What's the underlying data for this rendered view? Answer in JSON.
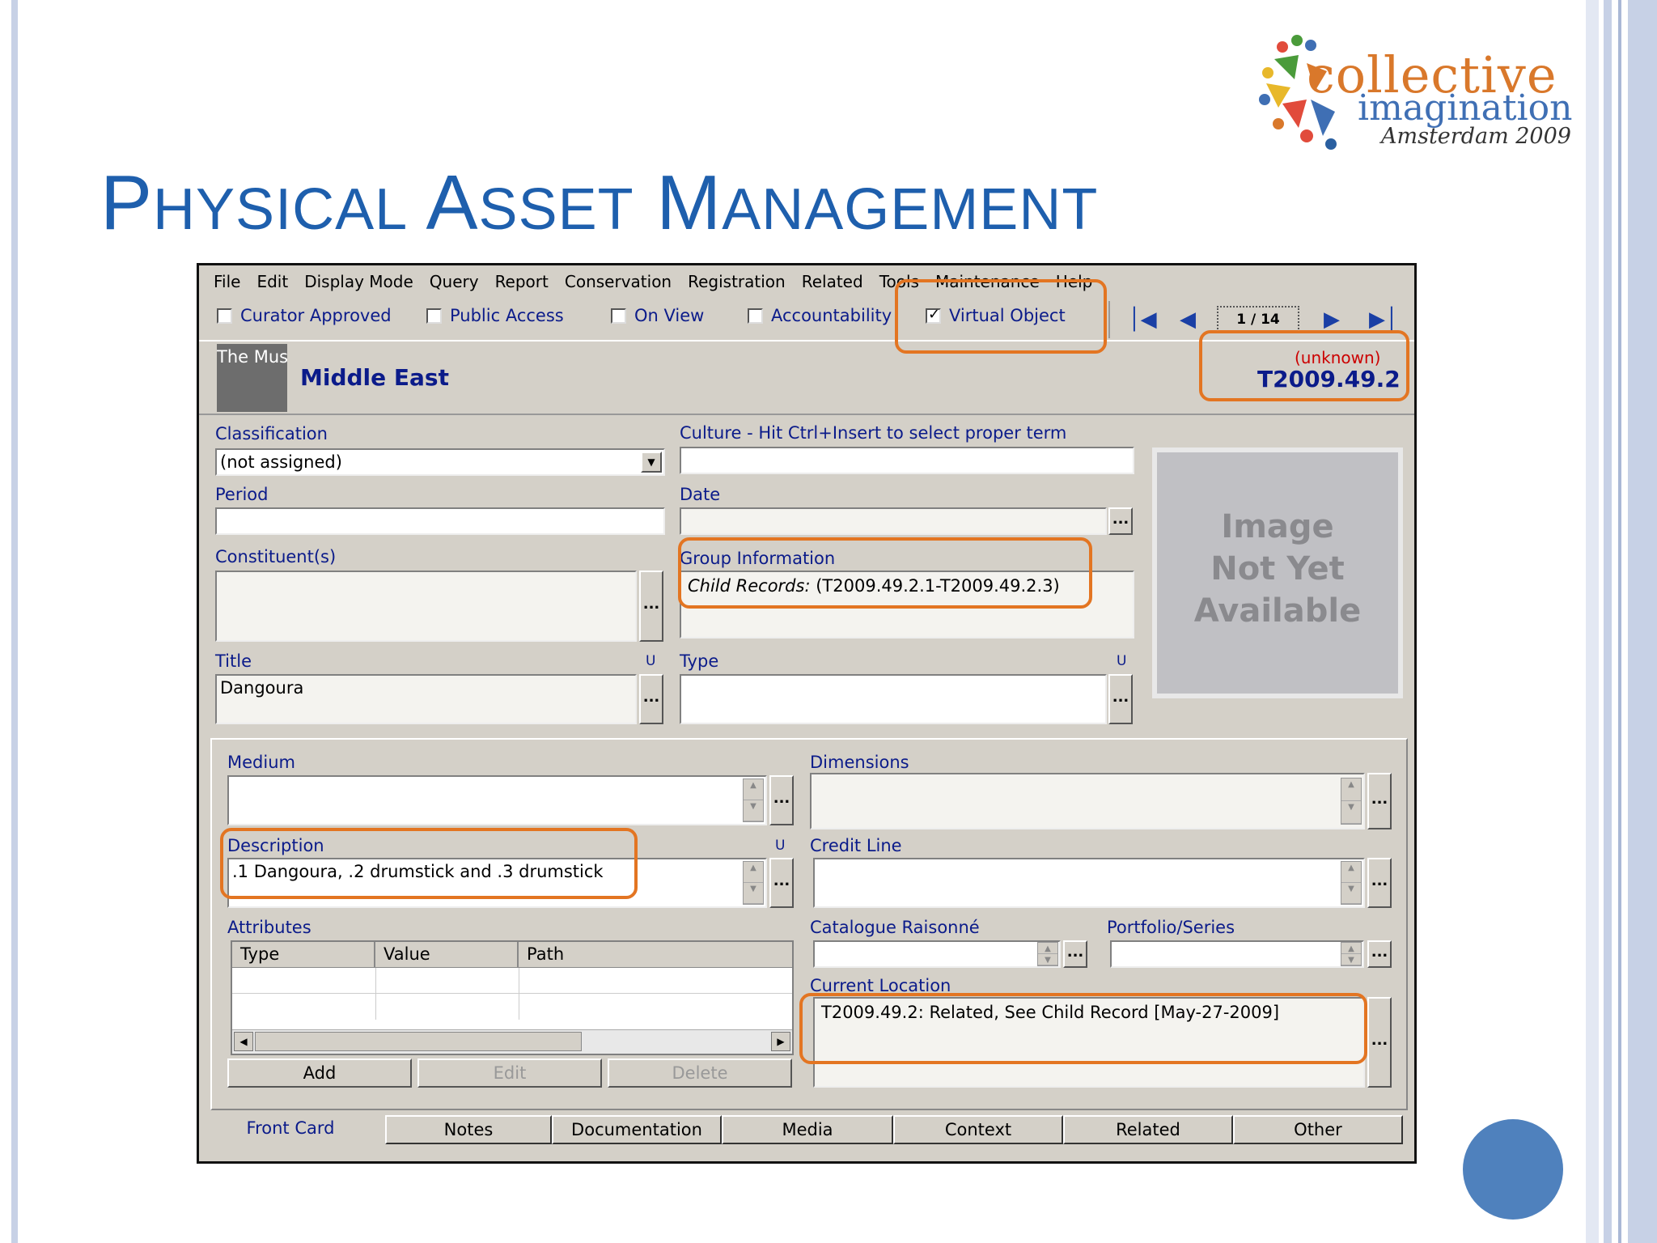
{
  "slide": {
    "title": "Physical Asset Management",
    "logo": {
      "line1": "collective",
      "line2": "imagination",
      "line3": "Amsterdam 2009"
    }
  },
  "app": {
    "menu": [
      "File",
      "Edit",
      "Display Mode",
      "Query",
      "Report",
      "Conservation",
      "Registration",
      "Related",
      "Tools",
      "Maintenance",
      "Help"
    ],
    "flags": [
      {
        "label": "Curator Approved",
        "checked": false
      },
      {
        "label": "Public Access",
        "checked": false
      },
      {
        "label": "On View",
        "checked": false
      },
      {
        "label": "Accountability",
        "checked": false
      },
      {
        "label": "Virtual Object",
        "checked": true
      }
    ],
    "pager": "1 / 14",
    "logo_text": "The Museum System",
    "record_title": "Middle East",
    "object_status": "(unknown)",
    "object_number": "T2009.49.2",
    "fields": {
      "classification": {
        "label": "Classification",
        "value": "(not assigned)"
      },
      "culture": {
        "label": "Culture - Hit Ctrl+Insert to select proper term",
        "value": ""
      },
      "period": {
        "label": "Period",
        "value": ""
      },
      "date": {
        "label": "Date",
        "value": ""
      },
      "constituents": {
        "label": "Constituent(s)",
        "value": ""
      },
      "group_info": {
        "label": "Group Information",
        "prefix": "Child Records:",
        "value": "(T2009.49.2.1-T2009.49.2.3)"
      },
      "title": {
        "label": "Title",
        "u": "U",
        "value": "Dangoura"
      },
      "type": {
        "label": "Type",
        "u": "U",
        "value": ""
      },
      "medium": {
        "label": "Medium",
        "value": ""
      },
      "dimensions": {
        "label": "Dimensions",
        "value": ""
      },
      "description": {
        "label": "Description",
        "u": "U",
        "value": ".1 Dangoura, .2 drumstick and .3 drumstick"
      },
      "credit_line": {
        "label": "Credit Line",
        "value": ""
      },
      "attributes": {
        "label": "Attributes",
        "columns": [
          "Type",
          "Value",
          "Path"
        ]
      },
      "catalogue": {
        "label": "Catalogue Raisonné",
        "value": ""
      },
      "portfolio": {
        "label": "Portfolio/Series",
        "value": ""
      },
      "current_location": {
        "label": "Current Location",
        "value": "T2009.49.2: Related, See Child Record [May-27-2009]"
      }
    },
    "image_placeholder": [
      "Image",
      "Not Yet",
      "Available"
    ],
    "buttons": {
      "add": "Add",
      "edit": "Edit",
      "delete": "Delete",
      "more": "..."
    },
    "tabs": [
      "Front Card",
      "Notes",
      "Documentation",
      "Media",
      "Context",
      "Related",
      "Other"
    ]
  },
  "colors": {
    "title": "#1e5fad",
    "highlight": "#e37522",
    "label": "#0b1b8a",
    "circle": "#4f81bd"
  }
}
